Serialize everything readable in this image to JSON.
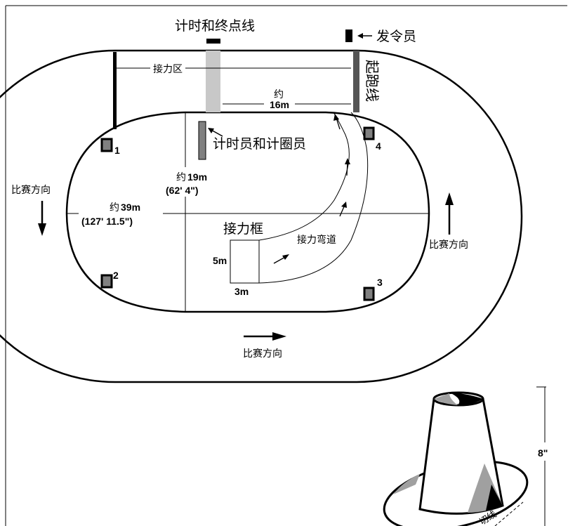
{
  "labels": {
    "timing_finish_line": "计时和终点线",
    "starter": "发令员",
    "takeover_zone": "接力区",
    "start_line": "起跑线",
    "approx_16m_a": "约",
    "approx_16m_b": "16m",
    "timekeepers": "计时员和计圈员",
    "approx_19m_a": "约",
    "approx_19m_b": "19m",
    "approx_19m_imperial": "(62' 4\")",
    "approx_39m_a": "约",
    "approx_39m_b": "39m",
    "approx_39m_imperial": "(127' 11.5\")",
    "relay_box": "接力框",
    "relay_curve": "接力弯道",
    "box_height": "5m",
    "box_width": "3m",
    "direction_left": "比赛方向",
    "direction_right": "比赛方向",
    "direction_bottom": "比赛方向",
    "cone_height": "8\"",
    "cut_line": "切线",
    "corner_1": "1",
    "corner_2": "2",
    "corner_3": "3",
    "corner_4": "4"
  },
  "colors": {
    "line": "#000000",
    "finish_zone": "#c8c8c8",
    "start_line": "#555555",
    "marker_fill": "#808080",
    "cone_fill": "#ffffff",
    "cone_shade": "#a0a0a0"
  }
}
